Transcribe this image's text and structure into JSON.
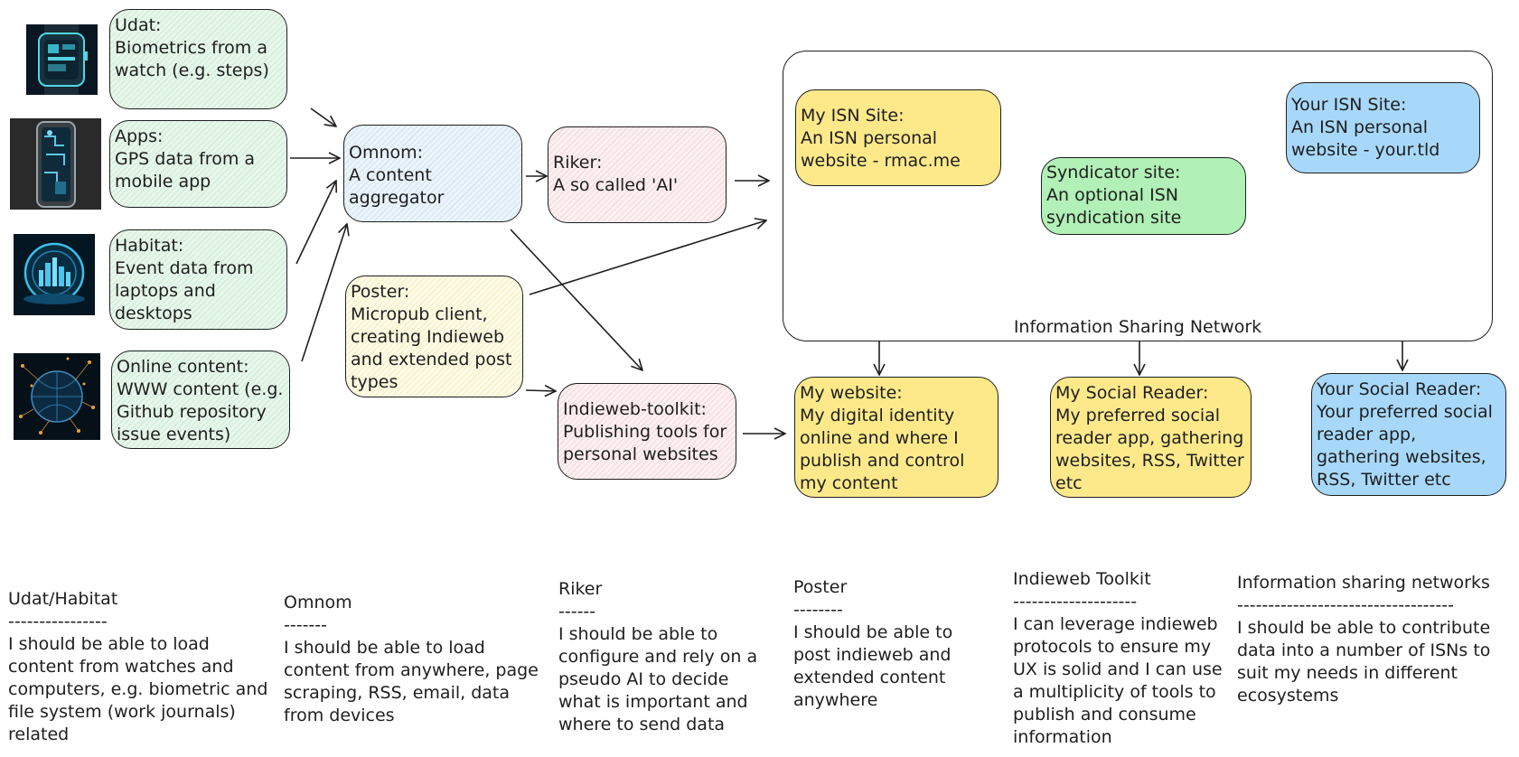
{
  "nodes": {
    "udat": {
      "title": "Udat:",
      "desc": "Biometrics from a watch (e.g. steps)"
    },
    "apps": {
      "title": "Apps:",
      "desc": "GPS data from a mobile app"
    },
    "habitat": {
      "title": "Habitat:",
      "desc": "Event data from laptops and desktops"
    },
    "online": {
      "title": "Online content:",
      "desc": "WWW content (e.g. Github repository issue events)"
    },
    "omnom": {
      "title": "Omnom:",
      "desc": "A content aggregator"
    },
    "riker": {
      "title": "Riker:",
      "desc": "A so called 'AI'"
    },
    "poster": {
      "title": "Poster:",
      "desc": "Micropub client, creating Indieweb and extended post types"
    },
    "toolkit": {
      "title": "Indieweb-toolkit:",
      "desc": "Publishing tools for personal websites"
    },
    "my_isn": {
      "title": "My ISN Site:",
      "desc": "An ISN personal website - rmac.me"
    },
    "syndicator": {
      "title": "Syndicator site:",
      "desc": "An optional ISN syndication site"
    },
    "your_isn": {
      "title": "Your ISN Site:",
      "desc": "An ISN personal website - your.tld"
    },
    "my_website": {
      "title": "My website:",
      "desc": "My digital identity online and where I publish and control my content"
    },
    "my_reader": {
      "title": "My Social Reader:",
      "desc": "My preferred social reader app, gathering websites, RSS, Twitter etc"
    },
    "your_reader": {
      "title": "Your Social Reader:",
      "desc": "Your preferred social reader app, gathering websites, RSS, Twitter etc"
    }
  },
  "isn_label": "Information Sharing Network",
  "notes": [
    {
      "heading": "Udat/Habitat",
      "rule": "----------------",
      "text": "I should be able to load content from watches and computers, e.g. biometric and file system (work journals) related"
    },
    {
      "heading": "Omnom",
      "rule": "-------",
      "text": "I should be able to load content from anywhere, page scraping, RSS, email, data from devices"
    },
    {
      "heading": "Riker",
      "rule": "------",
      "text": "I should be able to configure and rely on a pseudo AI to decide what is important and where to send data"
    },
    {
      "heading": "Poster",
      "rule": "--------",
      "text": "I should be able to post indieweb and extended content anywhere"
    },
    {
      "heading": "Indieweb Toolkit",
      "rule": "--------------------",
      "text": "I can leverage indieweb protocols to ensure my UX is solid and I can use a multiplicity of tools to publish and consume information"
    },
    {
      "heading": "Information sharing networks",
      "rule": "-----------------------------------",
      "text": "I should be able to contribute data into a number of ISNs to suit my needs in different ecosystems"
    }
  ],
  "colors": {
    "stroke": "#1e1e1e",
    "yellow": "#fde98a",
    "light_blue": "#a7d8f9",
    "light_green": "#b1f0b6"
  },
  "images": [
    "smartwatch-image",
    "smartphone-image",
    "globe-city-image",
    "network-globe-image"
  ]
}
